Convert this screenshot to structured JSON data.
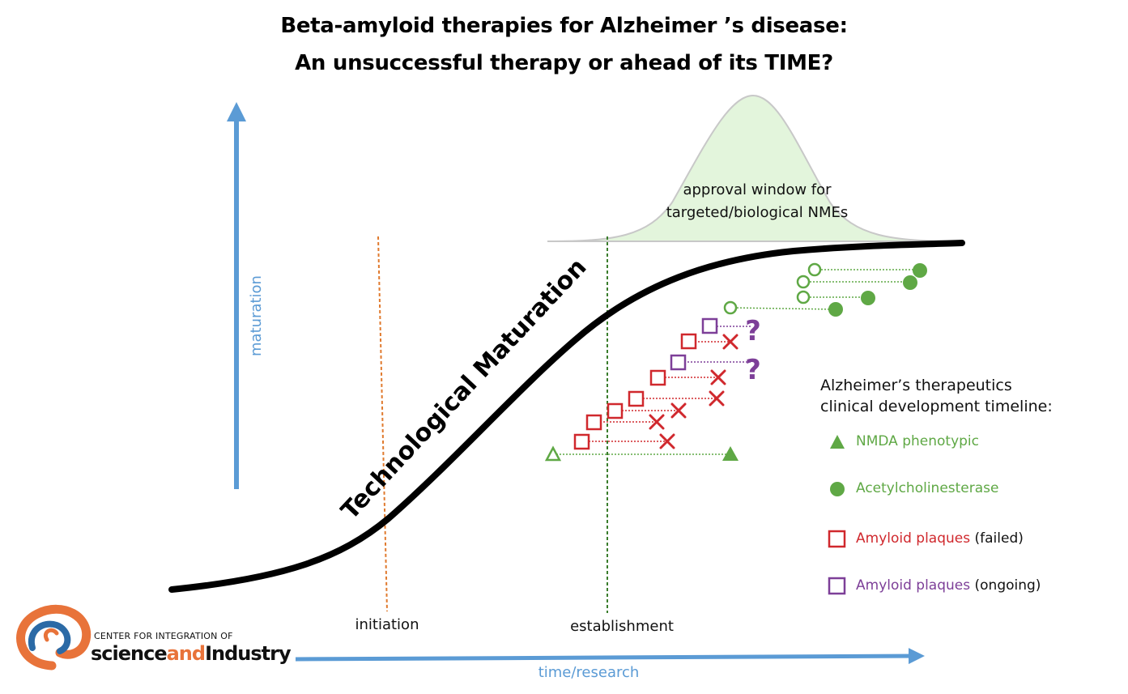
{
  "title": {
    "line1": "Beta-amyloid therapies for Alzheimer ’s disease:",
    "line2": "An unsuccessful therapy or ahead of its TIME?"
  },
  "axes": {
    "y_label": "maturation",
    "x_label": "time/research"
  },
  "curve_label": "Technological Maturation",
  "markers": {
    "initiation": "initiation",
    "establishment": "establishment"
  },
  "approval_window": {
    "line1": "approval window for",
    "line2": "targeted/biological NMEs"
  },
  "question_mark": "?",
  "legend": {
    "title_line1": "Alzheimer’s therapeutics",
    "title_line2": "clinical development timeline:",
    "items": [
      {
        "label": "NMDA phenotypic",
        "suffix": "",
        "color": "#5fa845"
      },
      {
        "label": "Acetylcholinesterase",
        "suffix": "",
        "color": "#5fa845"
      },
      {
        "label": "Amyloid plaques",
        "suffix": " (failed)",
        "color": "#d0282d"
      },
      {
        "label": "Amyloid plaques",
        "suffix": " (ongoing)",
        "color": "#7d3f98"
      }
    ]
  },
  "logo": {
    "line1": "CENTER FOR INTEGRATION OF",
    "word1": "science",
    "word2": "and",
    "word3": "Industry"
  },
  "colors": {
    "axis_blue": "#5b9bd5",
    "green": "#5fa845",
    "red": "#d0282d",
    "purple": "#7d3f98",
    "orange": "#e07a2e",
    "bell_fill": "#e3f5dc"
  }
}
